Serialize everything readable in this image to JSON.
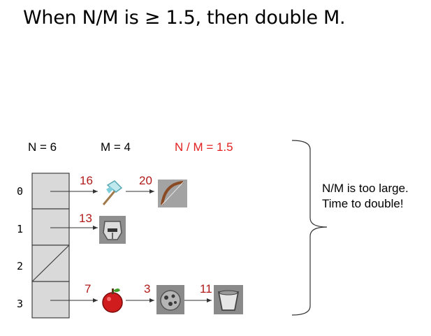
{
  "title": "When N/M is ≥ 1.5, then double M.",
  "stats": {
    "n": "N = 6",
    "m": "M = 4",
    "ratio": "N / M = 1.5"
  },
  "colors": {
    "ratio": "#e0201f",
    "numbers": "#b01a1a",
    "bucket_fill": "#d9d9d9"
  },
  "buckets": [
    {
      "index": "0",
      "chain": [
        {
          "count": "16",
          "icon": "axe-icon"
        },
        {
          "count": "20",
          "icon": "bow-icon"
        }
      ]
    },
    {
      "index": "1",
      "chain": [
        {
          "count": "13",
          "icon": "helmet-icon"
        }
      ]
    },
    {
      "index": "2",
      "chain": []
    },
    {
      "index": "3",
      "chain": [
        {
          "count": "7",
          "icon": "apple-icon"
        },
        {
          "count": "3",
          "icon": "coal-icon"
        },
        {
          "count": "11",
          "icon": "bucket-icon"
        }
      ]
    }
  ],
  "note": {
    "line1": "N/M is too large.",
    "line2": "Time to double!"
  }
}
